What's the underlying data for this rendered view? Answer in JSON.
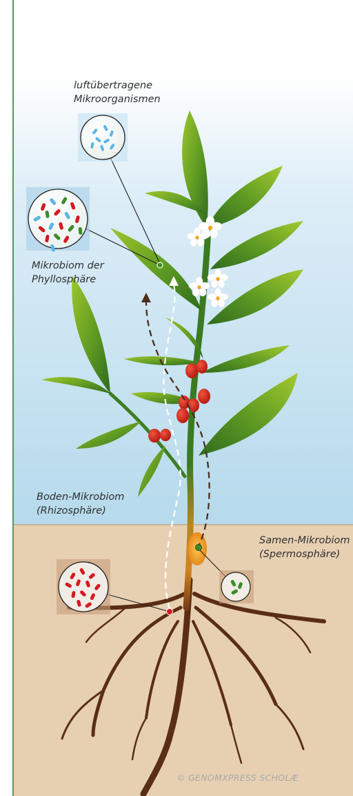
{
  "labels": {
    "airborne": [
      "luftübertragene",
      "Mikroorganismen"
    ],
    "phyllosphere": [
      "Mikrobiom der",
      "Phyllosphäre"
    ],
    "soil": [
      "Boden-Mikrobiom",
      "(Rhizosphäre)"
    ],
    "seed": [
      "Samen-Mikrobiom",
      "(Spermosphäre)"
    ]
  },
  "copyright": "© GENOMXPRESS SCHOLÆ",
  "colors": {
    "sky_top": "#ffffff",
    "sky_bottom": "#b9dcee",
    "soil": "#e7d0b2",
    "soil_line": "#b89a78",
    "left_rule": "#2d7a3a",
    "leaf_dark": "#2f6f1e",
    "leaf_light": "#9dc22c",
    "stem": "#3f7d24",
    "root": "#5a2e14",
    "seed": "#e79b2c",
    "berry": "#d3261c",
    "microbe_blue": "#5bb5e6",
    "microbe_red": "#d3191f",
    "microbe_green": "#3d8c2b",
    "path_dark": "#4a2e1e",
    "path_light": "#ffffff"
  }
}
